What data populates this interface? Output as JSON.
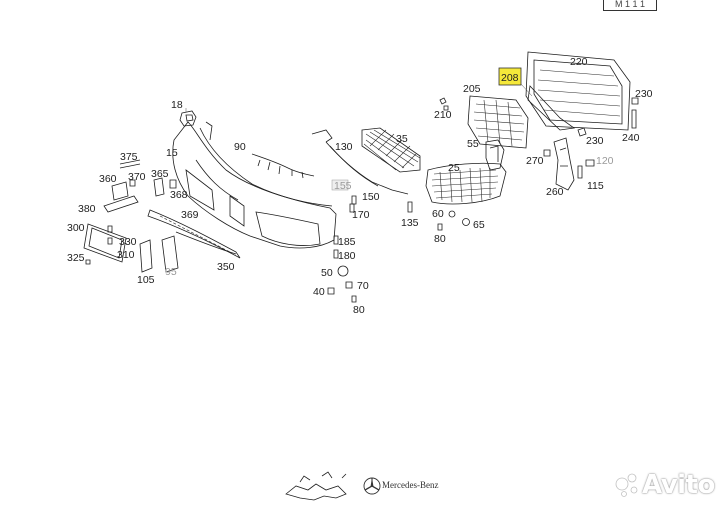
{
  "page_tag": "M  1 1 1",
  "brand": "Mercedes-Benz",
  "watermark": "Avito",
  "highlight_color": "#f5e83a",
  "labels": [
    {
      "id": "18",
      "t": "18"
    },
    {
      "id": "15",
      "t": "15"
    },
    {
      "id": "90",
      "t": "90"
    },
    {
      "id": "130",
      "t": "130"
    },
    {
      "id": "35",
      "t": "35"
    },
    {
      "id": "205",
      "t": "205"
    },
    {
      "id": "208",
      "t": "208"
    },
    {
      "id": "220",
      "t": "220"
    },
    {
      "id": "230a",
      "t": "230"
    },
    {
      "id": "210",
      "t": "210"
    },
    {
      "id": "230b",
      "t": "230"
    },
    {
      "id": "240",
      "t": "240"
    },
    {
      "id": "375",
      "t": "375"
    },
    {
      "id": "360",
      "t": "360"
    },
    {
      "id": "370",
      "t": "370"
    },
    {
      "id": "365",
      "t": "365"
    },
    {
      "id": "155",
      "t": "155"
    },
    {
      "id": "150",
      "t": "150"
    },
    {
      "id": "55",
      "t": "55"
    },
    {
      "id": "25",
      "t": "25"
    },
    {
      "id": "270",
      "t": "270"
    },
    {
      "id": "120",
      "t": "120"
    },
    {
      "id": "115",
      "t": "115"
    },
    {
      "id": "260",
      "t": "260"
    },
    {
      "id": "368",
      "t": "368"
    },
    {
      "id": "380",
      "t": "380"
    },
    {
      "id": "369",
      "t": "369"
    },
    {
      "id": "170",
      "t": "170"
    },
    {
      "id": "135",
      "t": "135"
    },
    {
      "id": "60",
      "t": "60"
    },
    {
      "id": "65",
      "t": "65"
    },
    {
      "id": "80a",
      "t": "80"
    },
    {
      "id": "300",
      "t": "300"
    },
    {
      "id": "330",
      "t": "330"
    },
    {
      "id": "185",
      "t": "185"
    },
    {
      "id": "180",
      "t": "180"
    },
    {
      "id": "310",
      "t": "310"
    },
    {
      "id": "325",
      "t": "325"
    },
    {
      "id": "95",
      "t": "95"
    },
    {
      "id": "350",
      "t": "350"
    },
    {
      "id": "50",
      "t": "50"
    },
    {
      "id": "105",
      "t": "105"
    },
    {
      "id": "70",
      "t": "70"
    },
    {
      "id": "40",
      "t": "40"
    },
    {
      "id": "80b",
      "t": "80"
    }
  ]
}
